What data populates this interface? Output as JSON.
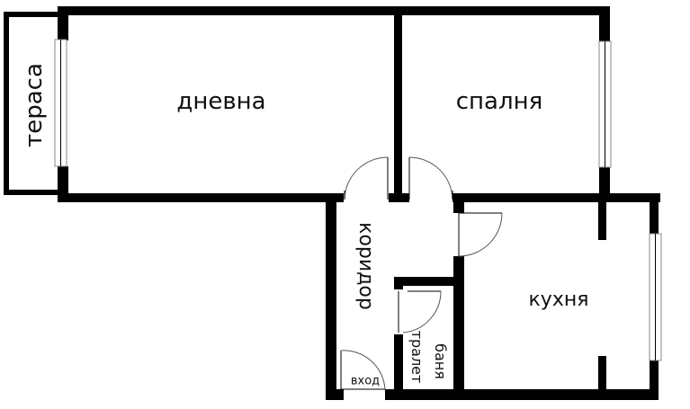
{
  "diagram": {
    "type": "apartment floor plan",
    "colors": {
      "wall": "#000000",
      "background": "#ffffff",
      "window_frame": "#888888",
      "door_arc": "#555555"
    },
    "rooms": [
      {
        "id": "terrace",
        "label": "тераса",
        "orientation": "rotated-ccw"
      },
      {
        "id": "living",
        "label": "дневна",
        "orientation": "horizontal"
      },
      {
        "id": "bedroom",
        "label": "спалня",
        "orientation": "horizontal"
      },
      {
        "id": "corridor",
        "label": "коридор",
        "orientation": "rotated-cw"
      },
      {
        "id": "kitchen",
        "label": "кухня",
        "orientation": "horizontal"
      },
      {
        "id": "bathroom",
        "label": "баня",
        "orientation": "rotated-cw"
      },
      {
        "id": "toilet",
        "label": "тралет",
        "orientation": "rotated-cw"
      },
      {
        "id": "entrance",
        "label": "вход",
        "orientation": "horizontal"
      }
    ],
    "windows": [
      {
        "id": "terrace-window",
        "wall": "living-west"
      },
      {
        "id": "bedroom-window",
        "wall": "bedroom-east"
      },
      {
        "id": "kitchen-window",
        "wall": "kitchen-east"
      }
    ],
    "doors": [
      {
        "id": "living-door",
        "between": [
          "living",
          "corridor"
        ]
      },
      {
        "id": "bedroom-door",
        "between": [
          "bedroom",
          "corridor"
        ]
      },
      {
        "id": "kitchen-door",
        "between": [
          "corridor",
          "kitchen"
        ]
      },
      {
        "id": "bathroom-door",
        "between": [
          "corridor",
          "bathroom"
        ]
      },
      {
        "id": "entrance-door",
        "between": [
          "outside",
          "corridor"
        ]
      }
    ]
  }
}
